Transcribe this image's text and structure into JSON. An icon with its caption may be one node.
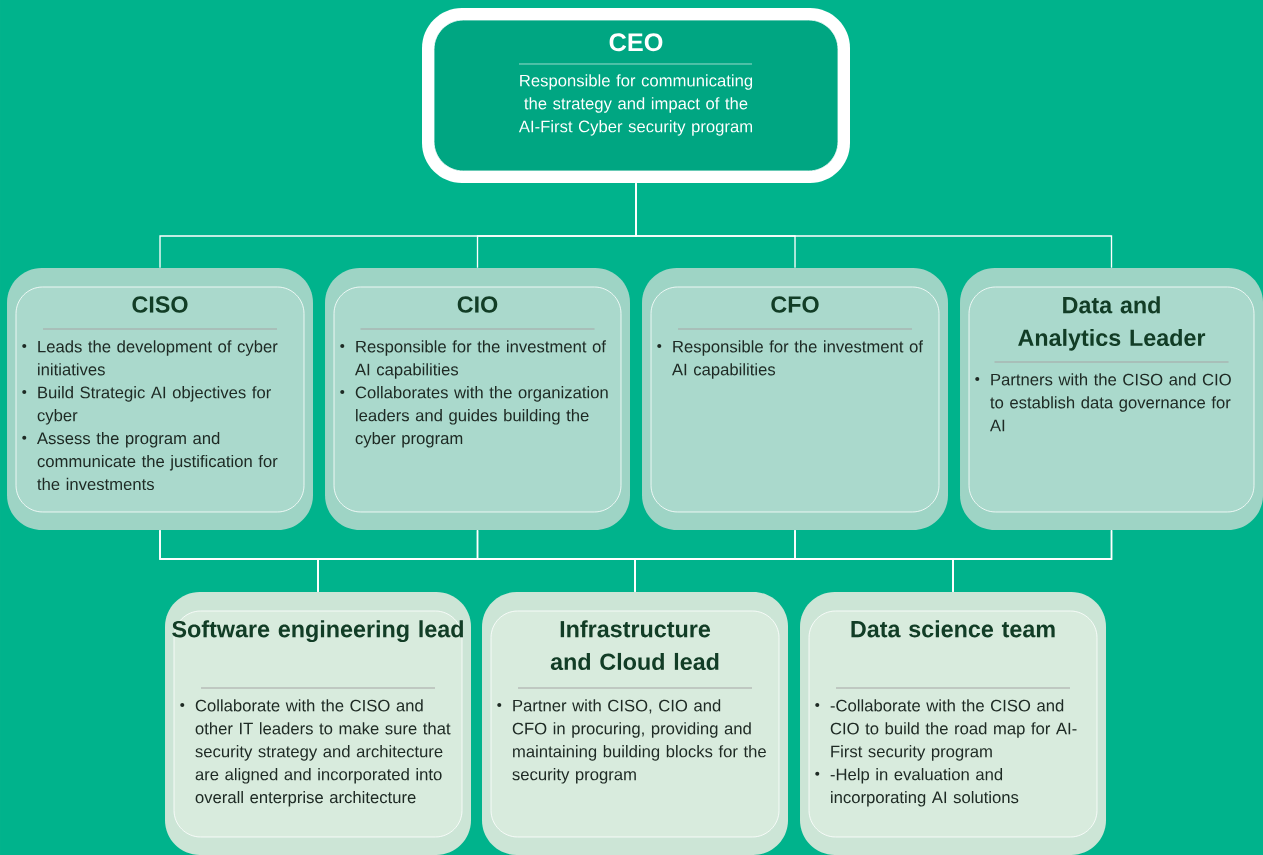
{
  "diagram": {
    "nodes": [
      {
        "text": [
          "CEO",
          "Responsible for communicating the strategy and impact of the AI-First Cyber security program"
        ]
      },
      {
        "text": [
          "CISO",
          "Leads the development of cyber initiatives",
          "Build Strategic AI objectives for cyber",
          "Assess the program and communicate the justification for the investments"
        ]
      },
      {
        "text": [
          "CIO",
          "Responsible for the investment of AI capabilities",
          "Collaborates with the organization leaders and guides building the cyber program"
        ]
      },
      {
        "text": [
          "CFO",
          "Responsible for the investment of AI capabilities"
        ]
      },
      {
        "text": [
          "Data and Analytics Leader",
          "Partners with the CISO and CIO to establish data governance for AI"
        ]
      },
      {
        "text": [
          "Software engineering lead",
          "Collaborate with the CISO and other IT leaders to make sure that security strategy and architecture are aligned and incorporated into overall enterprise architecture"
        ]
      },
      {
        "text": [
          "Infrastructure and Cloud lead",
          "Partner with CISO, CIO and CFO in procuring, providing and maintaining building blocks for the security program"
        ]
      },
      {
        "text": [
          "Data science team",
          "-Collaborate with the CISO and CIO to build the road map for AI-First security program",
          "-Help in evaluation and incorporating AI solutions"
        ]
      }
    ],
    "edges": [
      {
        "from": 0,
        "to": 1,
        "arrow": "none"
      },
      {
        "from": 0,
        "to": 2,
        "arrow": "none"
      },
      {
        "from": 0,
        "to": 3,
        "arrow": "none"
      },
      {
        "from": 0,
        "to": 4,
        "arrow": "none"
      },
      {
        "from": 1,
        "to": 5,
        "arrow": "none"
      },
      {
        "from": 1,
        "to": 6,
        "arrow": "none"
      },
      {
        "from": 1,
        "to": 7,
        "arrow": "none"
      },
      {
        "from": 2,
        "to": 5,
        "arrow": "none"
      },
      {
        "from": 2,
        "to": 6,
        "arrow": "none"
      },
      {
        "from": 2,
        "to": 7,
        "arrow": "none"
      },
      {
        "from": 3,
        "to": 5,
        "arrow": "none"
      },
      {
        "from": 3,
        "to": 6,
        "arrow": "none"
      },
      {
        "from": 3,
        "to": 7,
        "arrow": "none"
      },
      {
        "from": 4,
        "to": 5,
        "arrow": "none"
      },
      {
        "from": 4,
        "to": 6,
        "arrow": "none"
      },
      {
        "from": 4,
        "to": 7,
        "arrow": "none"
      }
    ]
  }
}
